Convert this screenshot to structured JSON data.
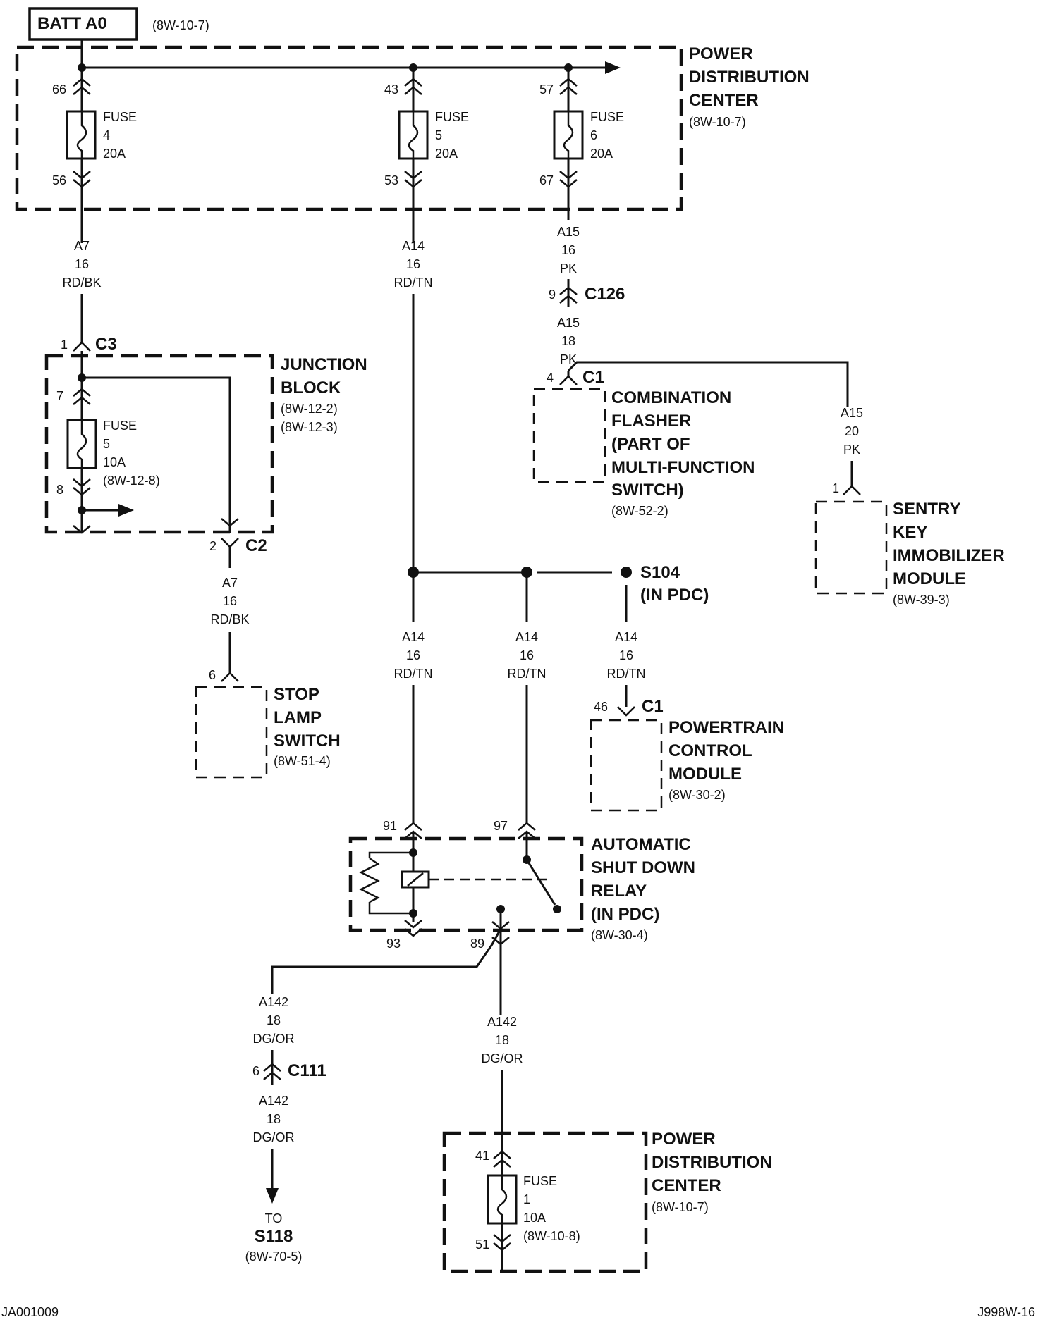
{
  "batt": {
    "label": "BATT A0",
    "ref": "(8W-10-7)"
  },
  "pdc_top": {
    "name": [
      "POWER",
      "DISTRIBUTION",
      "CENTER"
    ],
    "ref": "(8W-10-7)"
  },
  "fuse4": {
    "top_pin": "66",
    "bottom_pin": "56",
    "lines": [
      "FUSE",
      "4",
      "20A"
    ]
  },
  "fuse5": {
    "top_pin": "43",
    "bottom_pin": "53",
    "lines": [
      "FUSE",
      "5",
      "20A"
    ]
  },
  "fuse6": {
    "top_pin": "57",
    "bottom_pin": "67",
    "lines": [
      "FUSE",
      "6",
      "20A"
    ]
  },
  "wire_a7_top": [
    "A7",
    "16",
    "RD/BK"
  ],
  "wire_a14_top": [
    "A14",
    "16",
    "RD/TN"
  ],
  "wire_a15_top": [
    "A15",
    "16",
    "PK"
  ],
  "c126": {
    "pin": "9",
    "name": "C126"
  },
  "wire_a15_mid": [
    "A15",
    "18",
    "PK"
  ],
  "flasher": {
    "pin": "4",
    "conn": "C1",
    "name": [
      "COMBINATION",
      "FLASHER",
      "(PART OF",
      "MULTI-FUNCTION",
      "SWITCH)"
    ],
    "ref": "(8W-52-2)"
  },
  "wire_a15_right": [
    "A15",
    "20",
    "PK"
  ],
  "sentry": {
    "pin": "1",
    "name": [
      "SENTRY",
      "KEY",
      "IMMOBILIZER",
      "MODULE"
    ],
    "ref": "(8W-39-3)"
  },
  "c3": {
    "pin": "1",
    "name": "C3"
  },
  "junction": {
    "name": [
      "JUNCTION",
      "BLOCK"
    ],
    "refs": [
      "(8W-12-2)",
      "(8W-12-3)"
    ]
  },
  "jb_fuse": {
    "top_pin": "7",
    "bottom_pin": "8",
    "lines": [
      "FUSE",
      "5",
      "10A",
      "(8W-12-8)"
    ]
  },
  "c2": {
    "pin": "2",
    "name": "C2"
  },
  "wire_a7_bottom": [
    "A7",
    "16",
    "RD/BK"
  ],
  "stop_lamp": {
    "pin": "6",
    "name": [
      "STOP",
      "LAMP",
      "SWITCH"
    ],
    "ref": "(8W-51-4)"
  },
  "s104": {
    "name": "S104",
    "sub": "(IN PDC)"
  },
  "wire_a14_left": [
    "A14",
    "16",
    "RD/TN"
  ],
  "wire_a14_mid": [
    "A14",
    "16",
    "RD/TN"
  ],
  "wire_a14_right": [
    "A14",
    "16",
    "RD/TN"
  ],
  "pcm": {
    "pin": "46",
    "conn": "C1",
    "name": [
      "POWERTRAIN",
      "CONTROL",
      "MODULE"
    ],
    "ref": "(8W-30-2)"
  },
  "asd": {
    "pins": {
      "p91": "91",
      "p97": "97",
      "p93": "93",
      "p89": "89"
    },
    "name": [
      "AUTOMATIC",
      "SHUT DOWN",
      "RELAY",
      "(IN PDC)"
    ],
    "ref": "(8W-30-4)"
  },
  "wire_a142_left": [
    "A142",
    "18",
    "DG/OR"
  ],
  "c111": {
    "pin": "6",
    "name": "C111"
  },
  "wire_a142_left2": [
    "A142",
    "18",
    "DG/OR"
  ],
  "to_s118": {
    "to": "TO",
    "name": "S118",
    "ref": "(8W-70-5)"
  },
  "wire_a142_right": [
    "A142",
    "18",
    "DG/OR"
  ],
  "pdc_bottom": {
    "name": [
      "POWER",
      "DISTRIBUTION",
      "CENTER"
    ],
    "ref": "(8W-10-7)"
  },
  "fuse1": {
    "top_pin": "41",
    "bottom_pin": "51",
    "lines": [
      "FUSE",
      "1",
      "10A",
      "(8W-10-8)"
    ]
  },
  "footer": {
    "left": "JA001009",
    "right": "J998W-16"
  }
}
